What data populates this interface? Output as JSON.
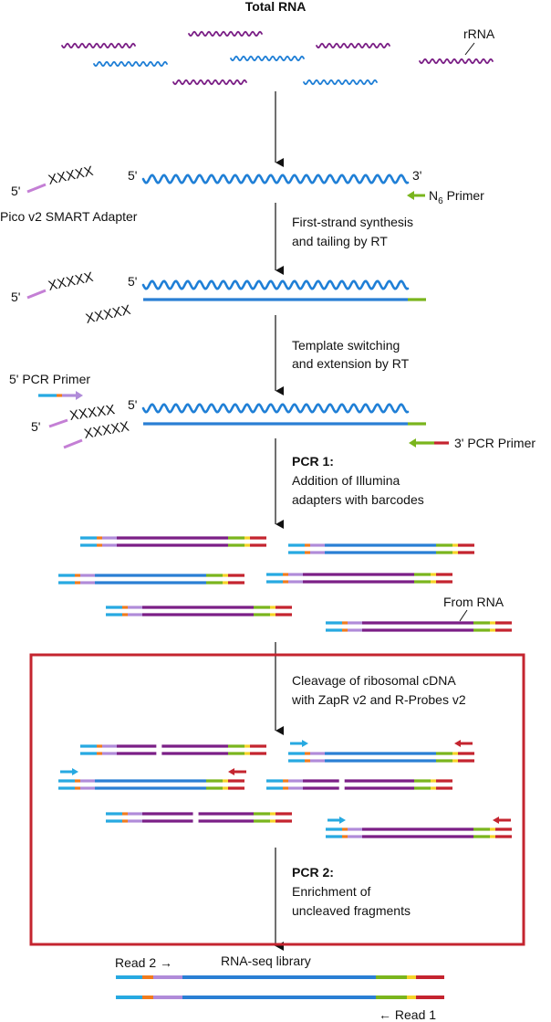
{
  "colors": {
    "rrna": "#7b1f86",
    "rna": "#1f7fd6",
    "cdna": "#2a7fd4",
    "tail": "#7ab51d",
    "adapter": "#c47fd5",
    "p5_cyan": "#27a9e1",
    "orange": "#f07b1d",
    "lavender": "#b08bd9",
    "yellow": "#f5d328",
    "red": "#c4242f",
    "box": "#c4242f",
    "text": "#111111"
  },
  "labels": {
    "total_rna": "Total RNA",
    "rrna": "rRNA",
    "five_prime": "5'",
    "three_prime": "3'",
    "xxxxx": "XXXXX",
    "pico_adapter": "Pico v2 SMART Adapter",
    "n6_primer_prefix": "N",
    "n6_primer_sub": "6",
    "n6_primer_suffix": " Primer",
    "step1_line1": "First-strand synthesis",
    "step1_line2": "and tailing by RT",
    "step2_line1": "Template switching",
    "step2_line2": "and extension by RT",
    "pcr5_primer": "5' PCR Primer",
    "pcr3_primer": "3' PCR Primer",
    "pcr1_title": "PCR 1:",
    "pcr1_line1": "Addition of Illumina",
    "pcr1_line2": "adapters with barcodes",
    "from_rna": "From RNA",
    "cleavage_line1": "Cleavage of ribosomal cDNA",
    "cleavage_line2": "with ZapR v2 and R-Probes v2",
    "pcr2_title": "PCR 2:",
    "pcr2_line1": "Enrichment of",
    "pcr2_line2": "uncleaved fragments",
    "read2": "Read 2 →",
    "library": "RNA-seq library",
    "read1": "← Read 1"
  }
}
